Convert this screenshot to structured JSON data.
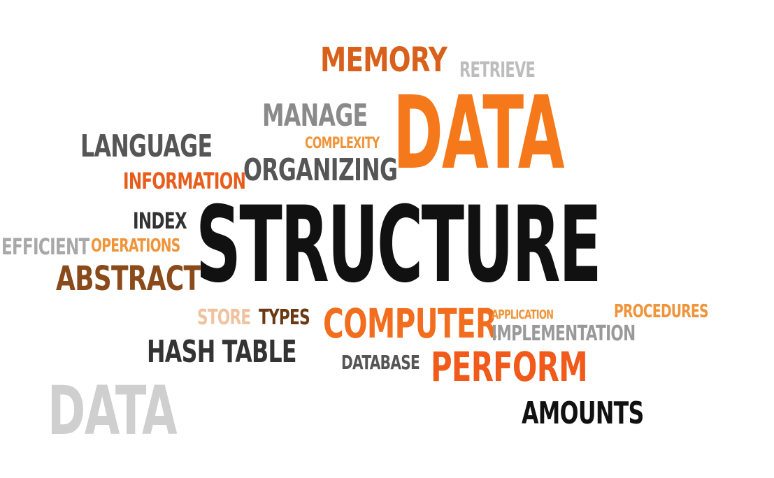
{
  "colors": {
    "orange": "#f26e1e",
    "bright_orange": "#f5781a",
    "brown": "#8a4a1a",
    "light_orange": "#f0c2a0",
    "dark_gray": "#333333",
    "mid_gray": "#777777",
    "light_gray": "#bbbbbb",
    "black": "#111111"
  },
  "words": {
    "memory": "MEMORY",
    "retrieve": "RETRIEVE",
    "data_big": "DATA",
    "manage": "MANAGE",
    "complexity": "COMPLEXITY",
    "language": "LANGUAGE",
    "organizing": "ORGANIZING",
    "information": "INFORMATION",
    "index": "INDEX",
    "structure": "STRUCTURE",
    "efficient": "EFFICIENT",
    "operations": "OPERATIONS",
    "abstract": "ABSTRACT",
    "store": "STORE",
    "types": "TYPES",
    "computer": "COMPUTER",
    "application": "APPLICATION",
    "procedures": "PROCEDURES",
    "implementation": "IMPLEMENTATION",
    "hash_table": "HASH TABLE",
    "database": "DATABASE",
    "perform": "PERFORM",
    "data_small": "DATA",
    "amounts": "AMOUNTS"
  }
}
